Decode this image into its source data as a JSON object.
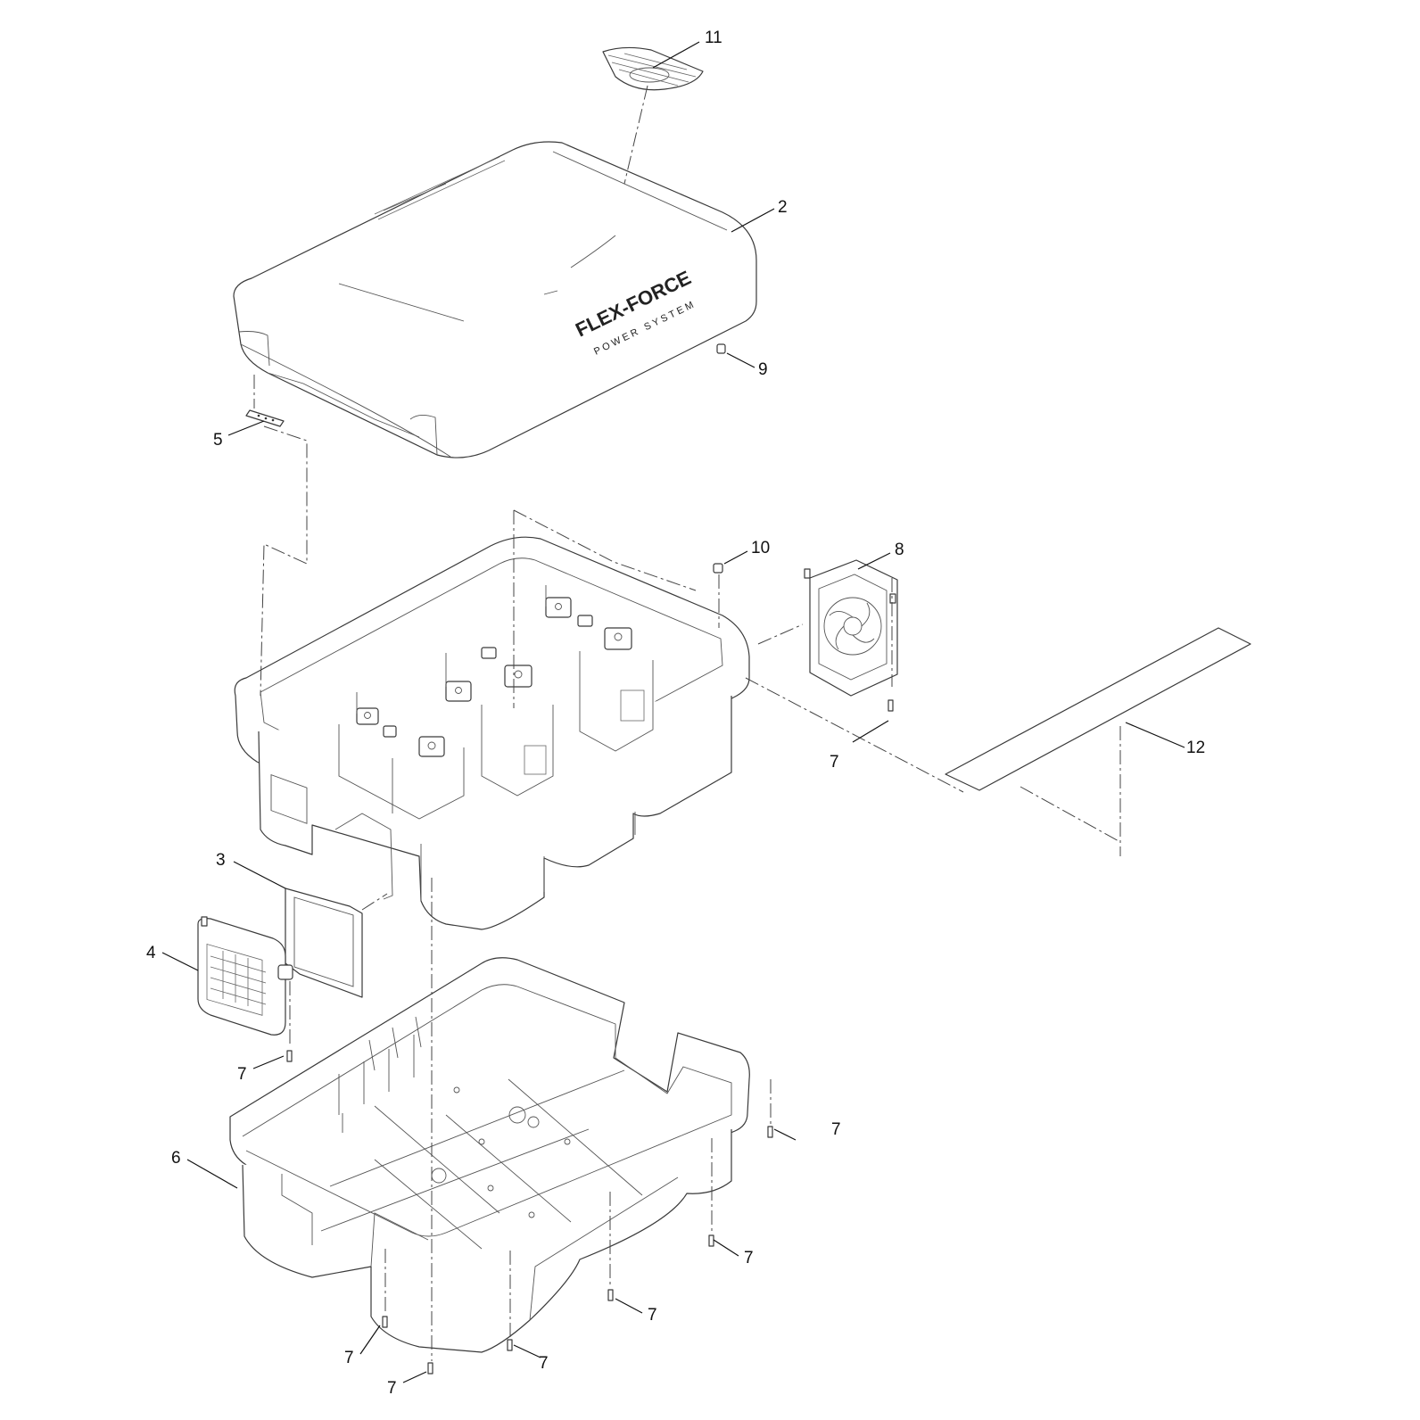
{
  "cover_decal": {
    "brand": "FLEX-FORCE",
    "subtitle": "POWER SYSTEM"
  },
  "callouts": [
    {
      "id": "c11",
      "label": "11"
    },
    {
      "id": "c2",
      "label": "2"
    },
    {
      "id": "c9",
      "label": "9"
    },
    {
      "id": "c5",
      "label": "5"
    },
    {
      "id": "c10",
      "label": "10"
    },
    {
      "id": "c8",
      "label": "8"
    },
    {
      "id": "c7a",
      "label": "7"
    },
    {
      "id": "c12",
      "label": "12"
    },
    {
      "id": "c3",
      "label": "3"
    },
    {
      "id": "c4",
      "label": "4"
    },
    {
      "id": "c7b",
      "label": "7"
    },
    {
      "id": "c6",
      "label": "6"
    },
    {
      "id": "c7c",
      "label": "7"
    },
    {
      "id": "c7d",
      "label": "7"
    },
    {
      "id": "c7e",
      "label": "7"
    },
    {
      "id": "c7f",
      "label": "7"
    },
    {
      "id": "c7g",
      "label": "7"
    },
    {
      "id": "c7h",
      "label": "7"
    }
  ]
}
